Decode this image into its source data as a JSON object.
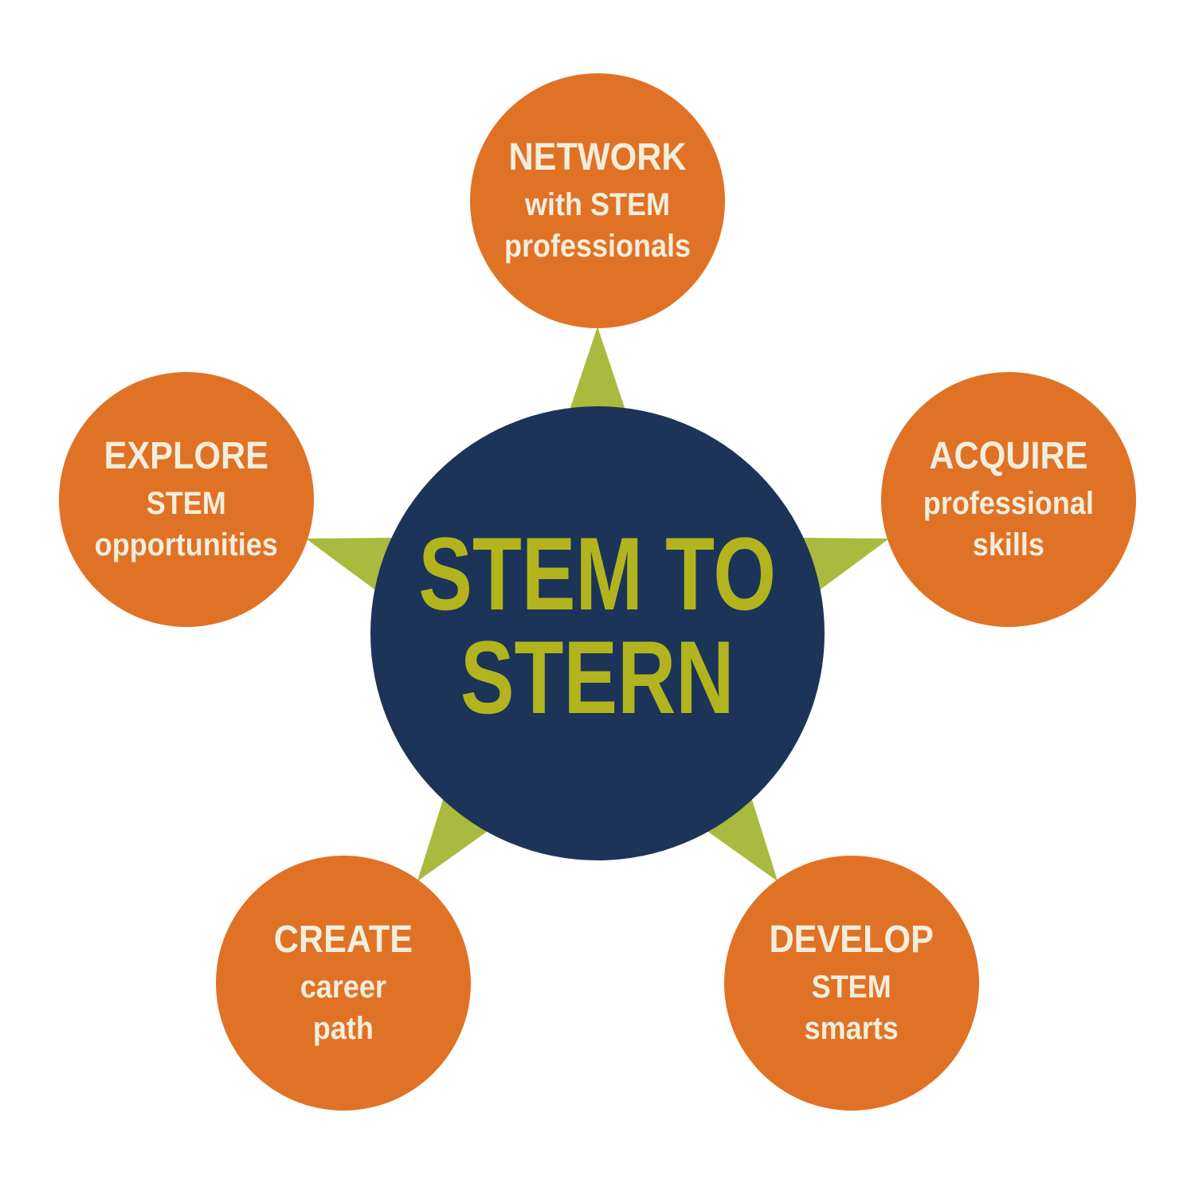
{
  "diagram_title": "STEM TO STERN",
  "colors": {
    "background": "#ffffff",
    "orange": "#e07226",
    "navy": "#1c3458",
    "star_green": "#a9ba3e",
    "center_text_green": "#b2b41e",
    "cream": "#f2eedd"
  },
  "center": {
    "line1": "STEM TO",
    "line2": "STERN"
  },
  "nodes": [
    {
      "id": "network",
      "title": "NETWORK",
      "subtitle_line1": "with STEM",
      "subtitle_line2": "professionals"
    },
    {
      "id": "acquire",
      "title": "ACQUIRE",
      "subtitle_line1": "professional",
      "subtitle_line2": "skills"
    },
    {
      "id": "develop",
      "title": "DEVELOP",
      "subtitle_line1": "STEM",
      "subtitle_line2": "smarts"
    },
    {
      "id": "create",
      "title": "CREATE",
      "subtitle_line1": "career",
      "subtitle_line2": "path"
    },
    {
      "id": "explore",
      "title": "EXPLORE",
      "subtitle_line1": "STEM",
      "subtitle_line2": "opportunities"
    }
  ]
}
